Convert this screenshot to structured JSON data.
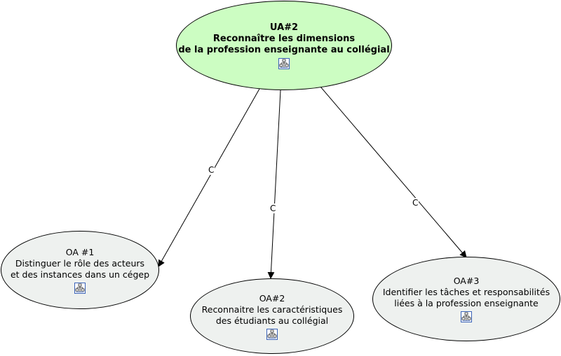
{
  "colors": {
    "root_fill": "#ccfdc2",
    "child_fill": "#eef1ef",
    "stroke": "#000000",
    "icon_blue": "#3b63b8"
  },
  "root": {
    "title": "UA#2",
    "line1": "Reconnaître les dimensions",
    "line2": "de la profession enseignante au collégial",
    "icon": "concept-map-icon"
  },
  "children": [
    {
      "title": "OA #1",
      "line1": "Distinguer le rôle des acteurs",
      "line2": "et des instances dans un cégep",
      "icon": "concept-map-icon"
    },
    {
      "title": "OA#2",
      "line1": "Reconnaitre les caractéristiques",
      "line2": "des étudiants au collégial",
      "icon": "concept-map-icon"
    },
    {
      "title": "OA#3",
      "line1": "Identifier les tâches et responsabilités",
      "line2": "liées à la profession enseignante",
      "icon": "concept-map-icon"
    }
  ],
  "links": [
    {
      "label": "C"
    },
    {
      "label": "C"
    },
    {
      "label": "C"
    }
  ]
}
